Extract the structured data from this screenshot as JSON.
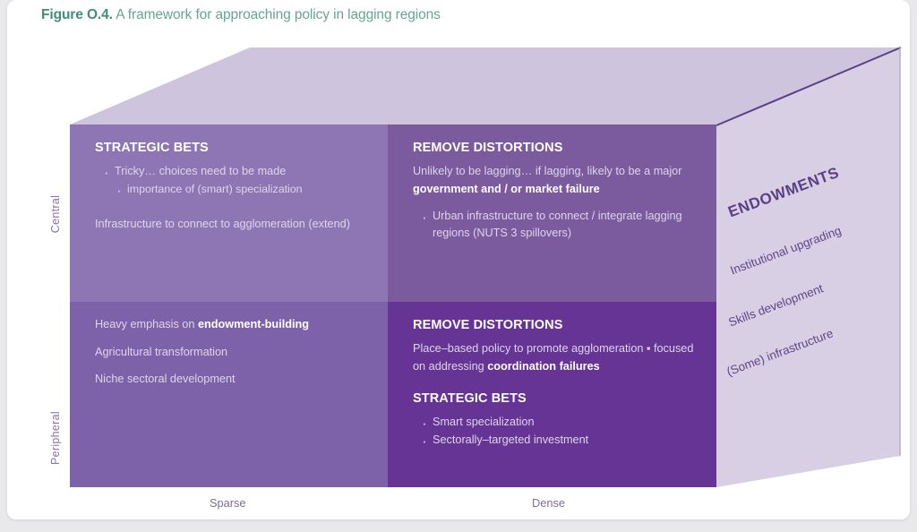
{
  "figure": {
    "number": "Figure O.4.",
    "title": "A framework for approaching policy in lagging regions",
    "accent_color": "#63a792"
  },
  "axes": {
    "y_label_top": "Central",
    "y_label_bottom": "Peripheral",
    "x_label_left": "Sparse",
    "x_label_right": "Dense"
  },
  "colors": {
    "quadrant_top_left": "#8e76b4",
    "quadrant_top_right": "#7b5a9e",
    "quadrant_bottom_left": "#7d62a9",
    "quadrant_bottom_right": "#653494",
    "side_panel": "#d8cfe4",
    "top_panel": "#cfc4de",
    "edge_line": "#5b3f86"
  },
  "quadrants": {
    "top_left": {
      "heading": "STRATEGIC BETS",
      "bullets": [
        "Tricky… choices need to be made",
        "importance of (smart) specialization"
      ],
      "paragraph": "Infrastructure to connect to agglomeration (extend)"
    },
    "top_right": {
      "heading": "REMOVE DISTORTIONS",
      "paragraph_part1": "Unlikely to be lagging… if lagging, likely to be a major ",
      "paragraph_bold": "government and / or market failure",
      "bullets": [
        "Urban infrastructure to connect / integrate lagging regions (NUTS 3 spillovers)"
      ]
    },
    "bottom_left": {
      "line1_plain": "Heavy emphasis on ",
      "line1_bold": "endowment-building",
      "line2": "Agricultural transformation",
      "line3": "Niche sectoral development"
    },
    "bottom_right": {
      "heading1": "REMOVE DISTORTIONS",
      "paragraph_part1": "Place–based policy to promote agglomeration ▪ focused on addressing ",
      "paragraph_bold": "coordination failures",
      "heading2": "STRATEGIC BETS",
      "bullets": [
        "Smart specialization",
        "Sectorally–targeted investment"
      ]
    }
  },
  "endowments": {
    "title": "ENDOWMENTS",
    "items": [
      "Institutional upgrading",
      "Skills development",
      "(Some) infrastructure"
    ]
  }
}
